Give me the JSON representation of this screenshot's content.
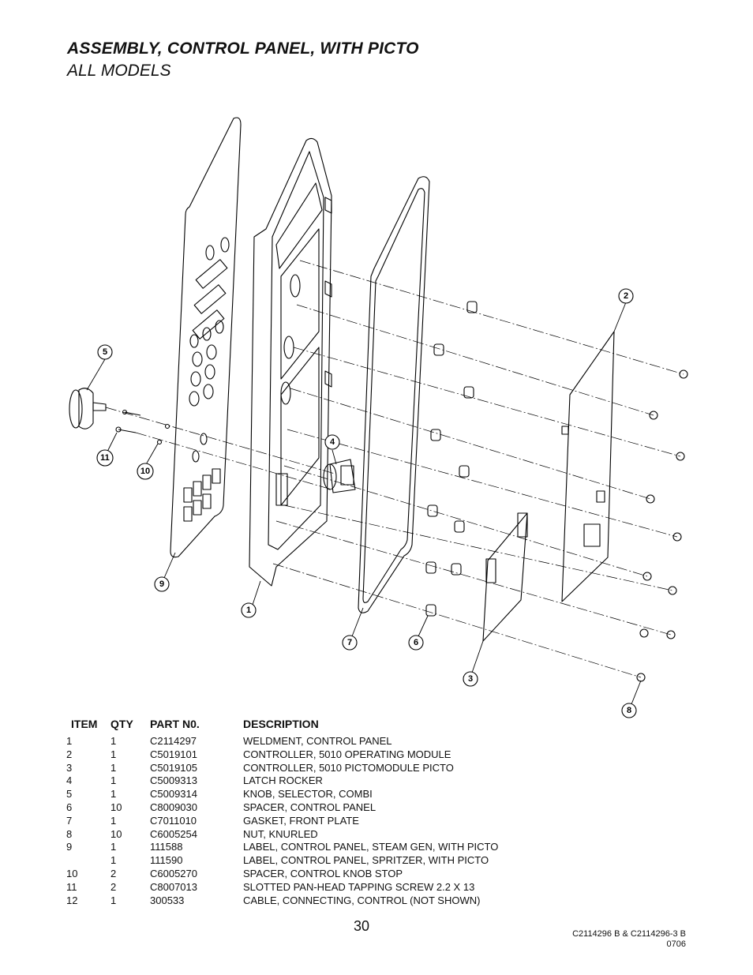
{
  "header": {
    "title": "ASSEMBLY, CONTROL PANEL, WITH PICTO",
    "subtitle": "ALL MODELS"
  },
  "diagram": {
    "callouts": [
      "1",
      "2",
      "3",
      "4",
      "5",
      "6",
      "7",
      "8",
      "9",
      "10",
      "11"
    ]
  },
  "parts_table": {
    "columns": [
      "ITEM",
      "QTY",
      "PART N0.",
      "DESCRIPTION"
    ],
    "rows": [
      {
        "item": "1",
        "qty": "1",
        "part": "C2114297",
        "desc": "WELDMENT, CONTROL PANEL"
      },
      {
        "item": "2",
        "qty": "1",
        "part": "C5019101",
        "desc": "CONTROLLER, 5010 OPERATING MODULE"
      },
      {
        "item": "3",
        "qty": "1",
        "part": "C5019105",
        "desc": "CONTROLLER, 5010 PICTOMODULE PICTO"
      },
      {
        "item": "4",
        "qty": "1",
        "part": "C5009313",
        "desc": "LATCH ROCKER"
      },
      {
        "item": "5",
        "qty": "1",
        "part": "C5009314",
        "desc": "KNOB, SELECTOR, COMBI"
      },
      {
        "item": "6",
        "qty": "10",
        "part": "C8009030",
        "desc": "SPACER, CONTROL PANEL"
      },
      {
        "item": "7",
        "qty": "1",
        "part": "C7011010",
        "desc": "GASKET, FRONT PLATE"
      },
      {
        "item": "8",
        "qty": "10",
        "part": "C6005254",
        "desc": "NUT, KNURLED"
      },
      {
        "item": "9",
        "qty": "1",
        "part": "111588",
        "desc": "LABEL, CONTROL PANEL, STEAM GEN, WITH PICTO"
      },
      {
        "item": "",
        "qty": "1",
        "part": "111590",
        "desc": "LABEL, CONTROL PANEL, SPRITZER, WITH PICTO"
      },
      {
        "item": "10",
        "qty": "2",
        "part": "C6005270",
        "desc": "SPACER, CONTROL KNOB STOP"
      },
      {
        "item": "11",
        "qty": "2",
        "part": "C8007013",
        "desc": "SLOTTED PAN-HEAD TAPPING SCREW 2.2 X 13"
      },
      {
        "item": "12",
        "qty": "1",
        "part": "300533",
        "desc": "CABLE, CONNECTING, CONTROL (NOT SHOWN)"
      }
    ]
  },
  "footer": {
    "page_number": "30",
    "doc_ref_line1": "C2114296 B & C2114296-3 B",
    "doc_ref_line2": "0706"
  }
}
